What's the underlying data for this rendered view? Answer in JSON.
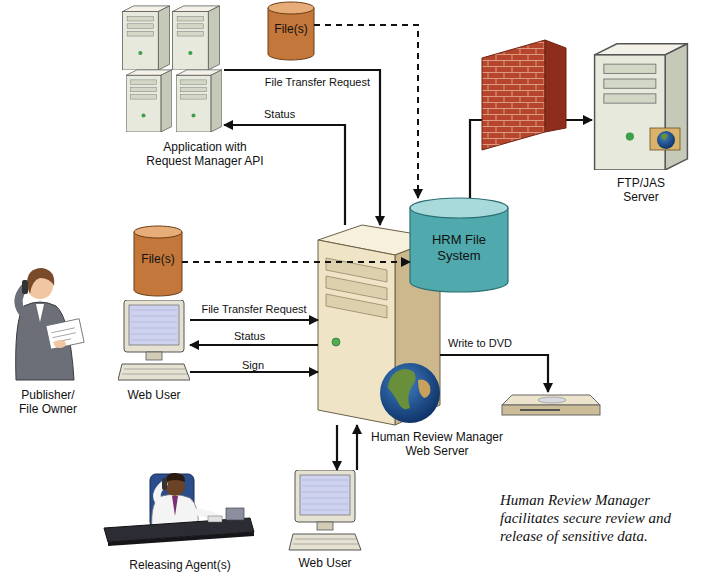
{
  "diagram": {
    "caption": "Human Review Manager facilitates secure review and release of sensitive data.",
    "nodes": [
      {
        "text": [
          "File(s)"
        ]
      },
      {
        "text": [
          "Application with Request Manager API"
        ]
      },
      {
        "text": [
          "FTP/JAS Server"
        ]
      },
      {
        "text": [
          "File(s)"
        ]
      },
      {
        "text": [
          "HRM File System"
        ]
      },
      {
        "text": [
          "Human Review Manager Web Server"
        ]
      },
      {
        "text": [
          "Web User"
        ]
      },
      {
        "text": [
          "Publisher/ File Owner"
        ]
      },
      {
        "text": [
          "Releasing Agent(s)"
        ]
      },
      {
        "text": [
          "Web User"
        ]
      }
    ],
    "edges": [
      {
        "from": 0,
        "to": 4,
        "arrow": "to"
      },
      {
        "from": 3,
        "to": 4,
        "arrow": "to"
      },
      {
        "from": 1,
        "to": 5,
        "label": "File Transfer Request",
        "arrow": "to"
      },
      {
        "from": 5,
        "to": 1,
        "label": "Status",
        "arrow": "to"
      },
      {
        "from": 6,
        "to": 5,
        "label": "File Transfer Request",
        "arrow": "to"
      },
      {
        "from": 5,
        "to": 6,
        "label": "Status",
        "arrow": "to"
      },
      {
        "from": 6,
        "to": 5,
        "label": "Sign",
        "arrow": "to"
      },
      {
        "from": 5,
        "to": 9,
        "arrow": "to"
      },
      {
        "from": 9,
        "to": 5,
        "arrow": "to"
      },
      {
        "from": 4,
        "to": 2,
        "arrow": "to"
      }
    ],
    "labels": [
      "Write to DVD"
    ]
  }
}
